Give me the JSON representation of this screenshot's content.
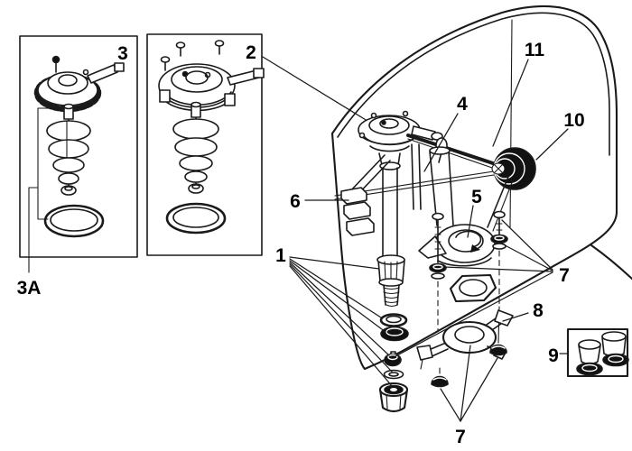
{
  "figure": {
    "type": "exploded-parts-diagram",
    "background_color": "#ffffff",
    "ink_color": "#1a1a1a",
    "dark_fill_color": "#111111"
  },
  "labels": {
    "part1": "1",
    "part2": "2",
    "part3": "3",
    "part3a": "3A",
    "part4": "4",
    "part5": "5",
    "part6": "6",
    "part7_right": "7",
    "part7_bottom": "7",
    "part8": "8",
    "part9": "9",
    "part10": "10",
    "part11": "11"
  }
}
